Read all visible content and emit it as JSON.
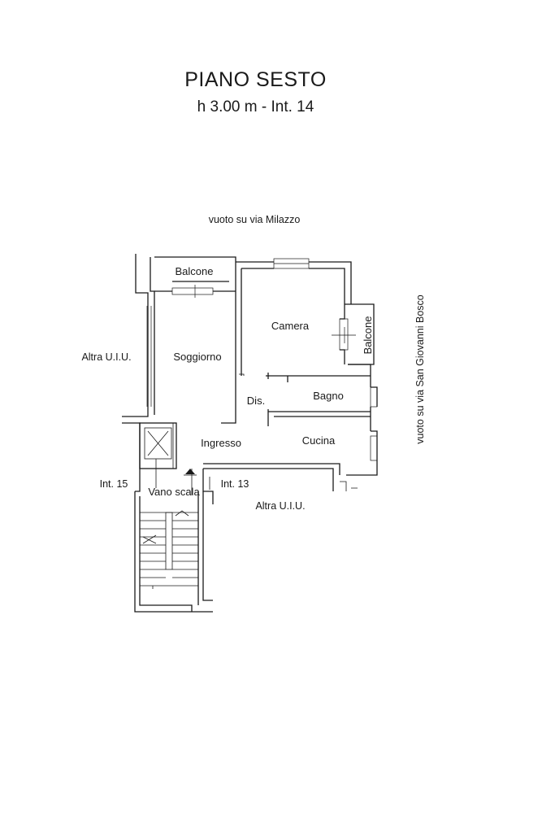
{
  "header": {
    "title": "PIANO SESTO",
    "subtitle": "h 3.00 m - Int. 14"
  },
  "context": {
    "top": "vuoto su via Milazzo",
    "right": "vuoto su via San Giovanni Bosco",
    "left": "Altra U.I.U.",
    "bottom": "Altra U.I.U.",
    "int_left": "Int. 15",
    "int_right": "Int. 13"
  },
  "rooms": {
    "balcone_top": "Balcone",
    "soggiorno": "Soggiorno",
    "camera": "Camera",
    "balcone_right": "Balcone",
    "dis": "Dis.",
    "bagno": "Bagno",
    "ingresso": "Ingresso",
    "cucina": "Cucina",
    "vano_scala": "Vano scala"
  }
}
